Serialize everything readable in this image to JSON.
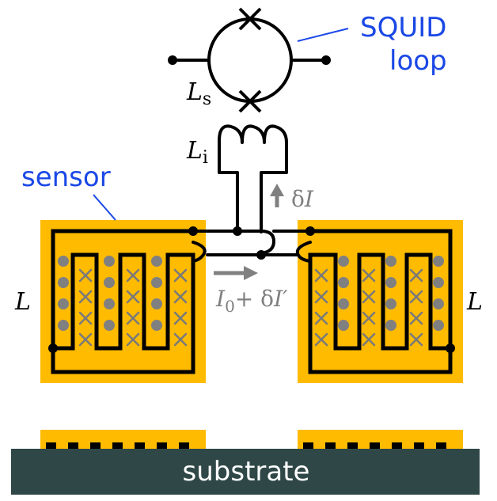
{
  "labels": {
    "squid_line1": "SQUID",
    "squid_line2": "loop",
    "sensor": "sensor",
    "substrate": "substrate",
    "Ls_main": "L",
    "Ls_sub": "s",
    "Li_main": "L",
    "Li_sub": "i",
    "L_left": "L",
    "L_right": "L",
    "dI_delta": "δ",
    "dI_var": "I",
    "I0_main": "I",
    "I0_sub": "0",
    "I0_rest": "+ δ",
    "I0_var": "I′"
  },
  "colors": {
    "sensor_fill": "#ffbb00",
    "substrate_fill": "#2f4747",
    "callout_blue": "#1a48e6",
    "arrow_gray": "#808080",
    "trace": "#000000"
  },
  "icons": {
    "cross_mark": "x-glyph",
    "dot_mark": "filled-circle"
  }
}
